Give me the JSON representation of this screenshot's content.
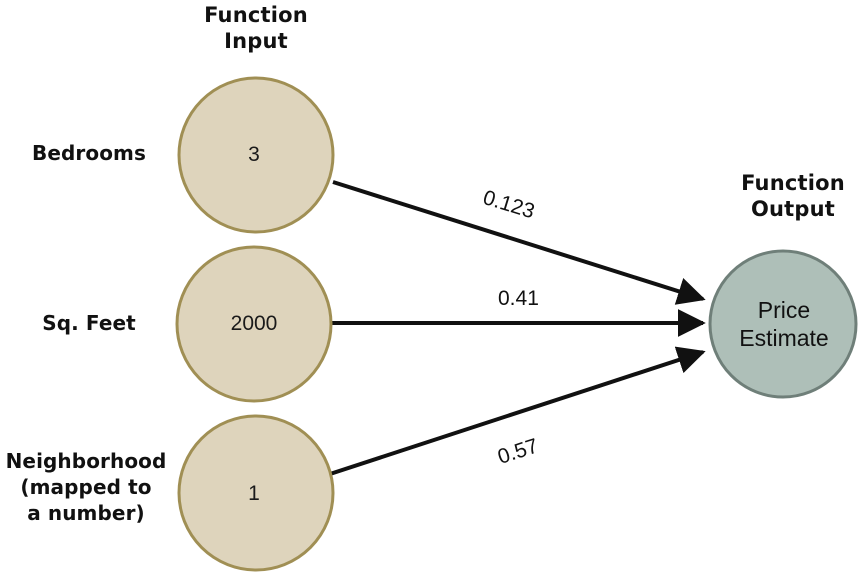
{
  "diagram": {
    "title_input": "Function\nInput",
    "title_input_line1": "Function",
    "title_input_line2": "Input",
    "title_output_line1": "Function",
    "title_output_line2": "Output",
    "input_fill": "#ded4bc",
    "input_stroke": "#a08f54",
    "output_fill": "#aebfb8",
    "output_stroke": "#6f7f79",
    "edge_color": "#111111",
    "inputs": [
      {
        "label": "Bedrooms",
        "label_lines": [
          "Bedrooms"
        ],
        "value": "3",
        "weight": "0.123"
      },
      {
        "label": "Sq. Feet",
        "label_lines": [
          "Sq. Feet"
        ],
        "value": "2000",
        "weight": "0.41"
      },
      {
        "label": "Neighborhood (mapped to a number)",
        "label_lines": [
          "Neighborhood",
          "(mapped to",
          "a number)"
        ],
        "value": "1",
        "weight": "0.57"
      }
    ],
    "output": {
      "label_lines": [
        "Price",
        "Estimate"
      ],
      "value_line1": "Price",
      "value_line2": "Estimate"
    }
  }
}
